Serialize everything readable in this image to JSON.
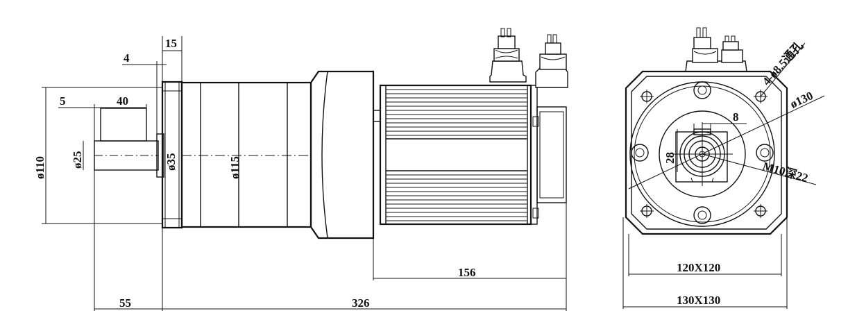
{
  "side_view": {
    "dims": {
      "flange_thickness": "15",
      "shoulder": "4",
      "key_offset": "5",
      "key_length": "40",
      "flange_od": "ø110",
      "shaft_od": "ø25",
      "pilot_od": "ø35",
      "gear_body_od": "ø115",
      "shaft_length": "55",
      "overall_length": "326",
      "motor_length": "156"
    }
  },
  "front_view": {
    "dims": {
      "mount_holes": "4-ø8.5通孔",
      "pcd": "ø130",
      "key_width": "8",
      "shaft_height": "28",
      "center_thread": "M10深22",
      "square_inner": "120X120",
      "square_outer": "130X130"
    }
  }
}
